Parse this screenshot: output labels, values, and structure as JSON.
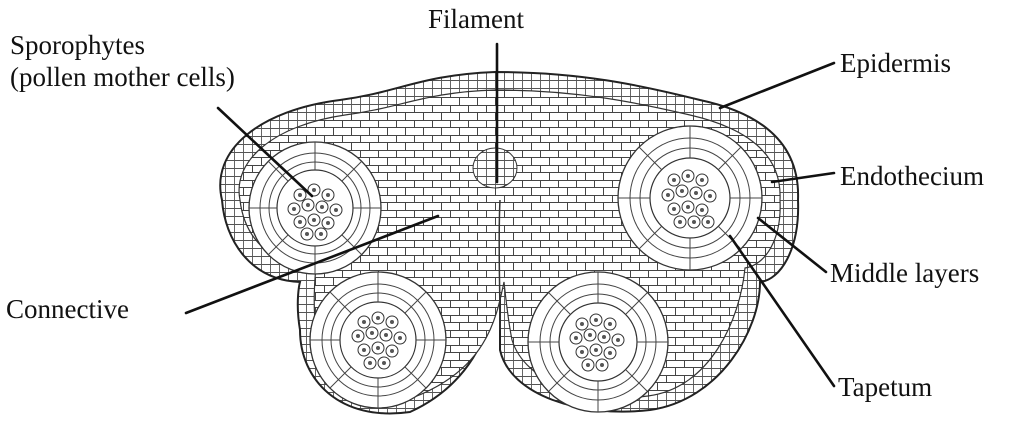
{
  "labels": {
    "sporophytes_line1": "Sporophytes",
    "sporophytes_line2": "(pollen mother cells)",
    "filament": "Filament",
    "epidermis": "Epidermis",
    "endothecium": "Endothecium",
    "middle_layers": "Middle layers",
    "connective": "Connective",
    "tapetum": "Tapetum"
  },
  "colors": {
    "ink": "#111111",
    "tissue_fill": "#ffffff",
    "cell_line": "#333333",
    "nucleus": "#555555"
  }
}
